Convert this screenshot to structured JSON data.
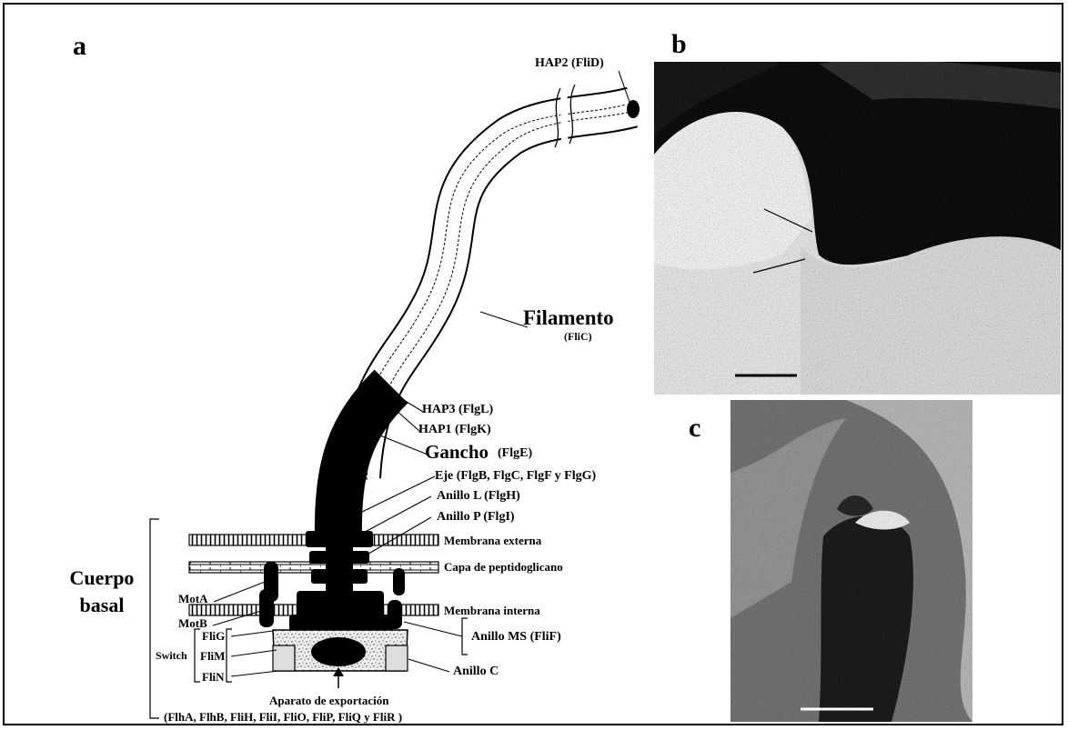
{
  "panels": {
    "a": "a",
    "b": "b",
    "c": "c"
  },
  "labels": {
    "hap2": "HAP2 (FliD)",
    "filamento": "Filamento",
    "flic": "(FliC)",
    "hap3": "HAP3 (FlgL)",
    "hap1": "HAP1 (FlgK)",
    "gancho": "Gancho",
    "flge": "(FlgE)",
    "eje": "Eje (FlgB, FlgC, FlgF y FlgG)",
    "anillo_l": "Anillo L (FlgH)",
    "anillo_p": "Anillo P (FlgI)",
    "membrana_externa": "Membrana externa",
    "capa_peptidoglicano": "Capa de peptidoglicano",
    "membrana_interna": "Membrana interna",
    "anillo_ms": "Anillo MS (FliF)",
    "anillo_c": "Anillo C",
    "mota": "MotA",
    "motb": "MotB",
    "cuerpo": "Cuerpo",
    "basal": "basal",
    "flig": "FliG",
    "flim": "FliM",
    "flin": "FliN",
    "switch": "Switch",
    "aparato": "Aparato de exportación",
    "aparato_proteins": "(FlhA, FlhB, FliH, FliI, FliO, FliP, FliQ y FliR )"
  },
  "colors": {
    "ink": "#000000",
    "paper": "#ffffff",
    "micrograph_dark": "#0a0a0a",
    "micrograph_light": "#e6e6e6"
  }
}
